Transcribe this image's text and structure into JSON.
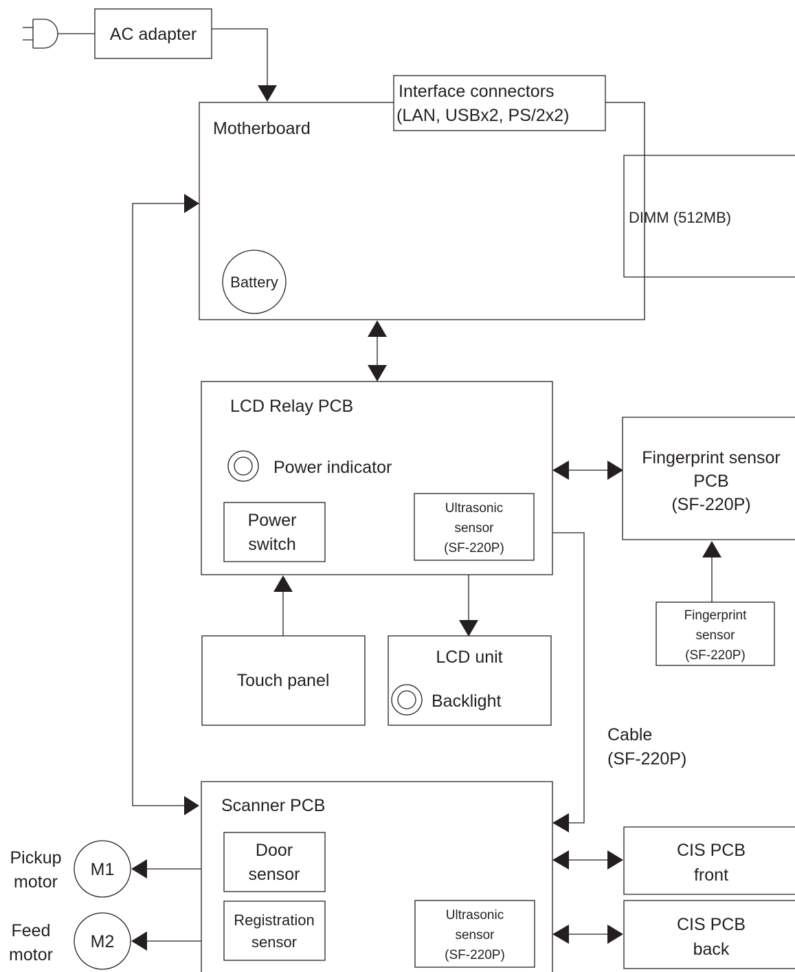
{
  "power": {
    "ac_adapter": "AC adapter"
  },
  "motherboard": {
    "title": "Motherboard",
    "interface_line1": "Interface connectors",
    "interface_line2": "(LAN, USBx2, PS/2x2)",
    "dimm": "DIMM (512MB)",
    "battery": "Battery"
  },
  "lcd_relay": {
    "title": "LCD Relay PCB",
    "power_indicator": "Power indicator",
    "power_switch_line1": "Power",
    "power_switch_line2": "switch",
    "ultrasonic_line1": "Ultrasonic",
    "ultrasonic_line2": "sensor",
    "ultrasonic_line3": "(SF-220P)"
  },
  "fingerprint_pcb": {
    "line1": "Fingerprint sensor",
    "line2": "PCB",
    "line3": "(SF-220P)"
  },
  "fingerprint_sensor": {
    "line1": "Fingerprint",
    "line2": "sensor",
    "line3": "(SF-220P)"
  },
  "touch_panel": "Touch panel",
  "lcd_unit": {
    "title": "LCD unit",
    "backlight": "Backlight"
  },
  "cable": {
    "line1": "Cable",
    "line2": "(SF-220P)"
  },
  "scanner": {
    "title": "Scanner PCB",
    "door_line1": "Door",
    "door_line2": "sensor",
    "registration_line1": "Registration",
    "registration_line2": "sensor",
    "ultrasonic_line1": "Ultrasonic",
    "ultrasonic_line2": "sensor",
    "ultrasonic_line3": "(SF-220P)"
  },
  "cis_front": {
    "line1": "CIS PCB",
    "line2": "front"
  },
  "cis_back": {
    "line1": "CIS PCB",
    "line2": "back"
  },
  "motors": {
    "m1": "M1",
    "m1_label_line1": "Pickup",
    "m1_label_line2": "motor",
    "m2": "M2",
    "m2_label_line1": "Feed",
    "m2_label_line2": "motor"
  }
}
